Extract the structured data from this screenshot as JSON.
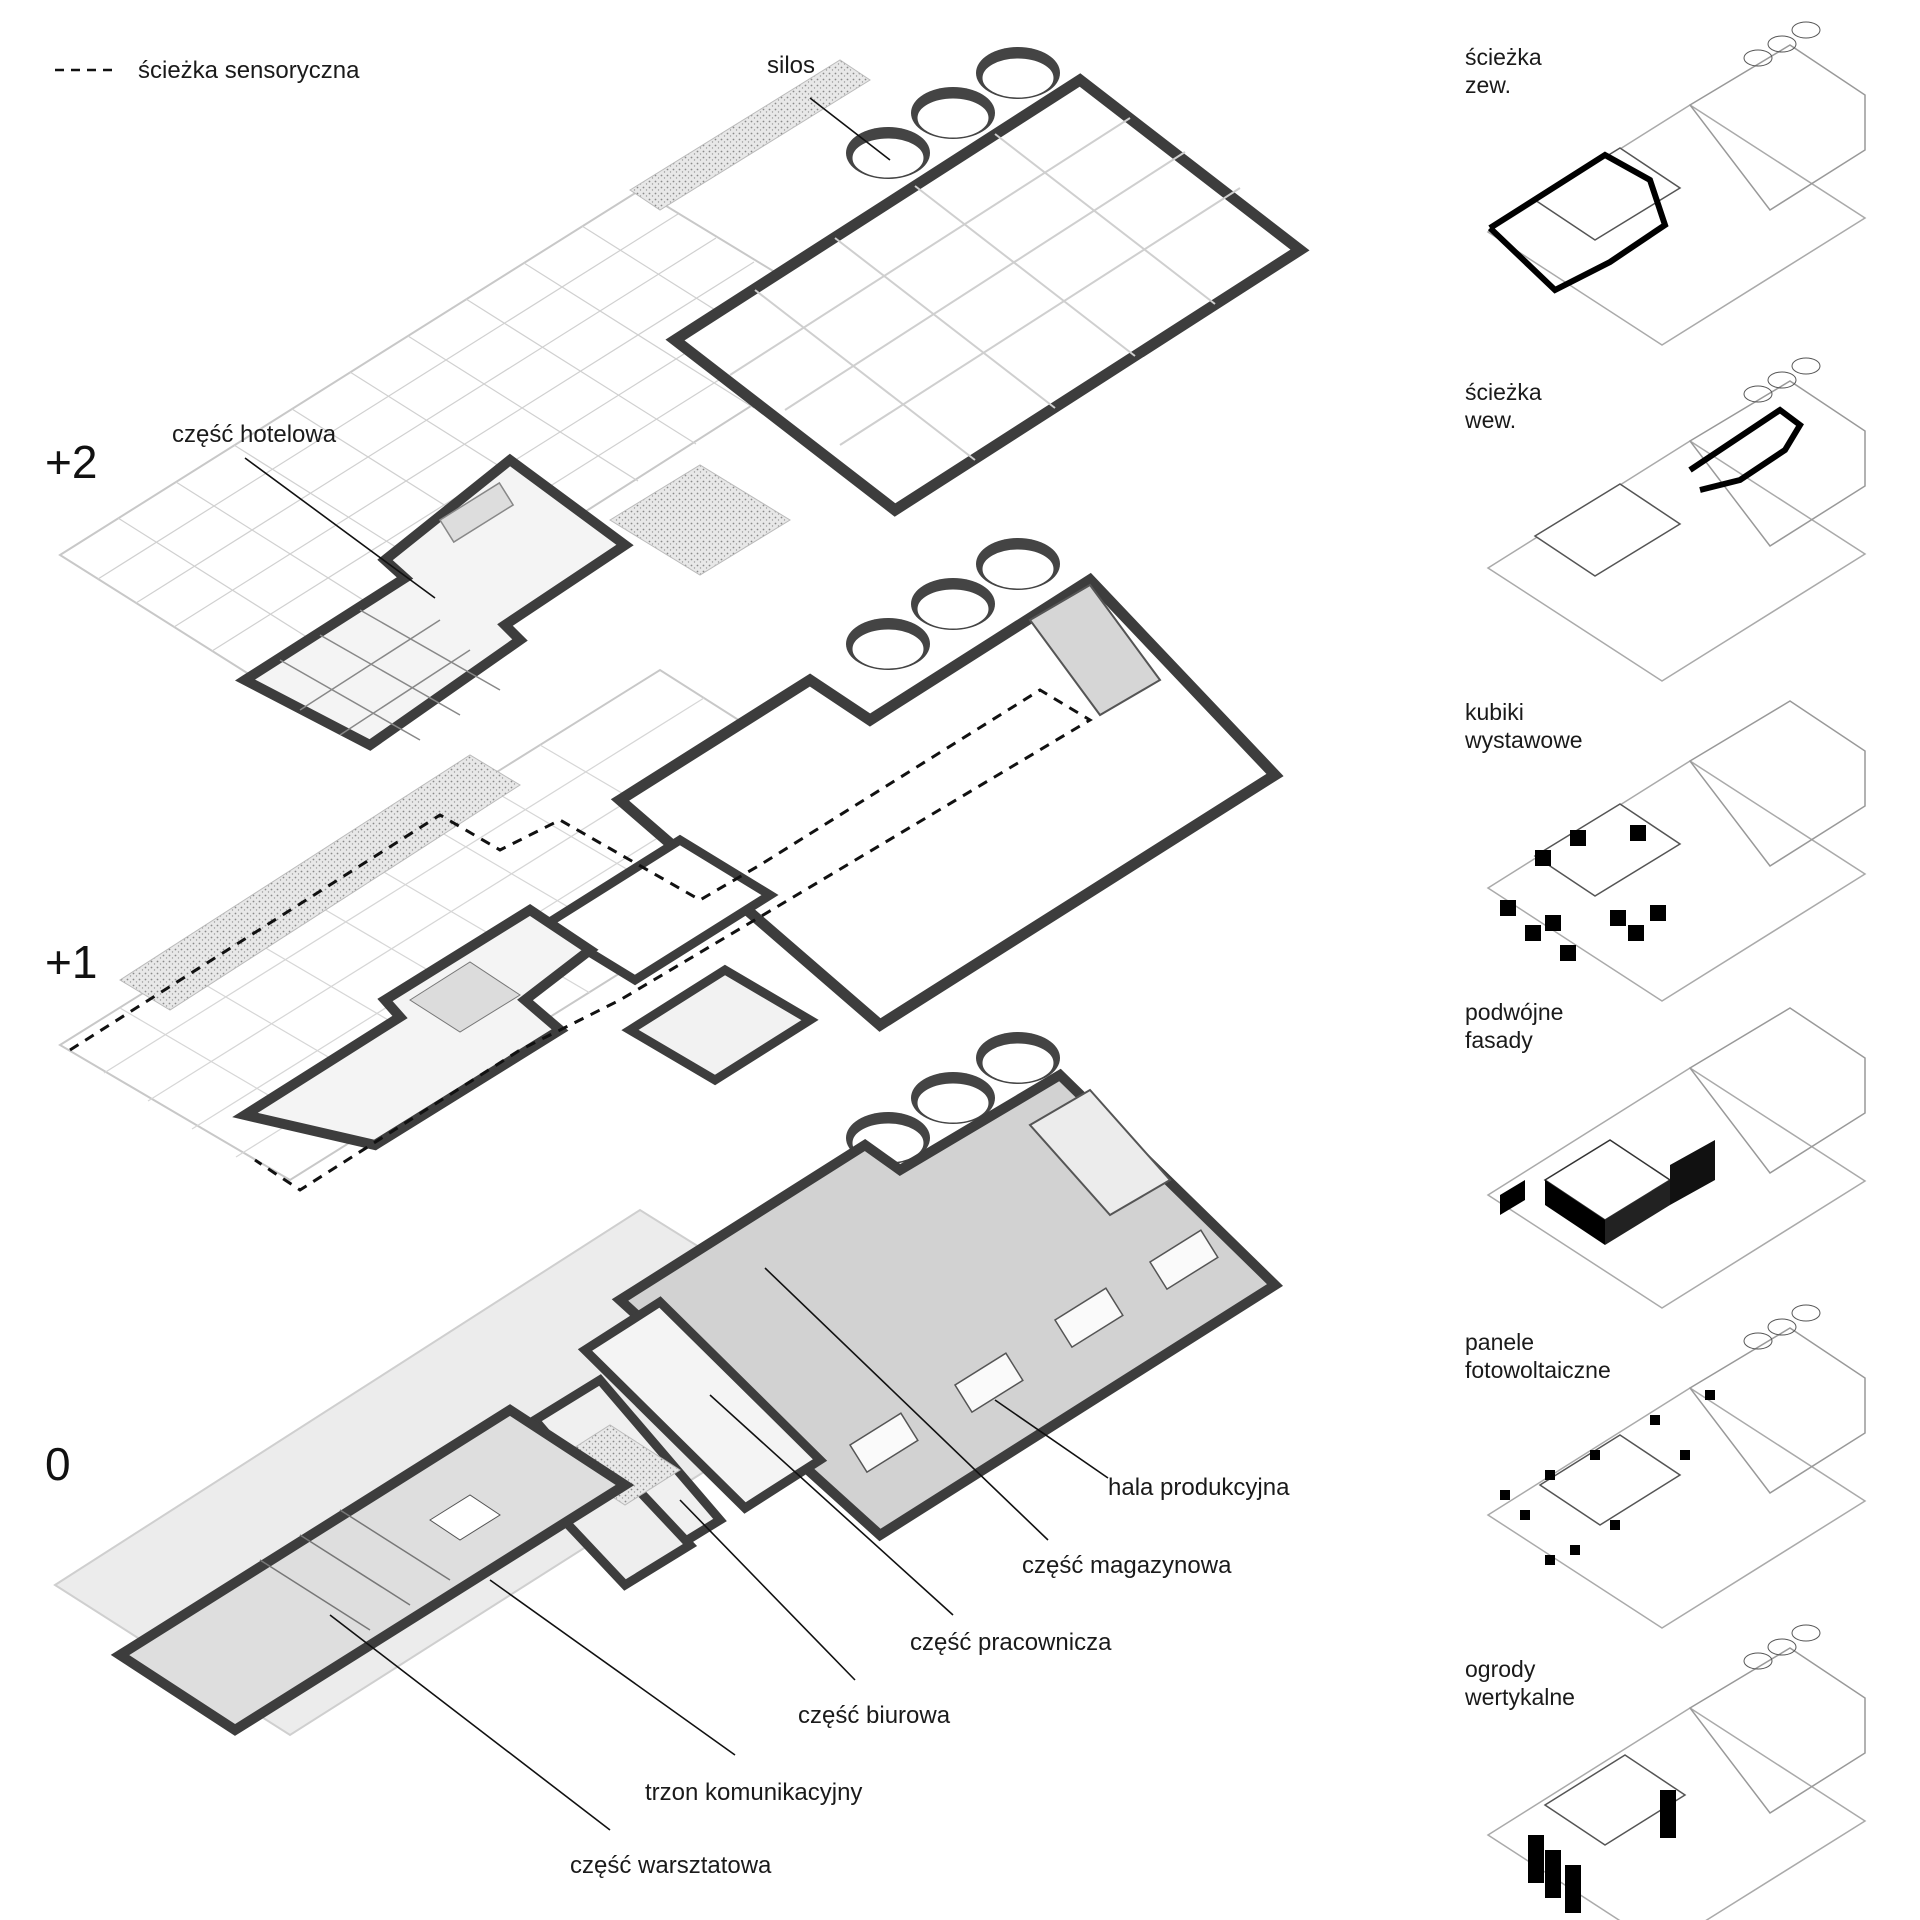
{
  "legend": {
    "dashed_label": "ścieżka sensoryczna"
  },
  "levels": {
    "l2": "+2",
    "l1": "+1",
    "l0": "0"
  },
  "callouts": {
    "silos": "silos",
    "hotel": "część hotelowa",
    "hall": "hala produkcyjna",
    "storage": "część magazynowa",
    "staff": "część pracownicza",
    "office": "część biurowa",
    "core": "trzon komunikacyjny",
    "workshop": "część warsztatowa"
  },
  "side_panels": [
    {
      "line1": "ścieżka",
      "line2": "zew."
    },
    {
      "line1": "ścieżka",
      "line2": "wew."
    },
    {
      "line1": "kubiki",
      "line2": "wystawowe"
    },
    {
      "line1": "podwójne",
      "line2": "fasady"
    },
    {
      "line1": "panele",
      "line2": "fotowoltaiczne"
    },
    {
      "line1": "ogrody",
      "line2": "wertykalne"
    }
  ],
  "colors": {
    "wall": "#3d3d3d",
    "grid": "#bdbdbd",
    "floor": "#d2d2d2",
    "texture": "#8a8a8a",
    "highlight": "#000000"
  }
}
